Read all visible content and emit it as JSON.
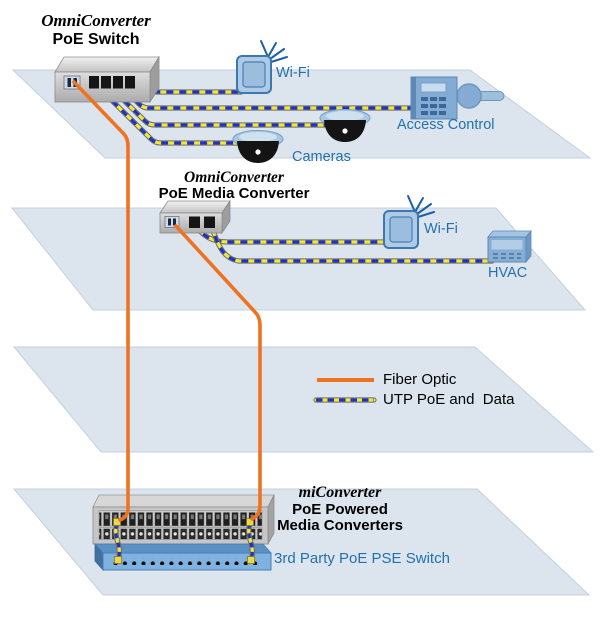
{
  "floors": {
    "floor1": {
      "device_brand": "OmniConverter",
      "device_name": "PoE Switch",
      "wifi_label": "Wi-Fi",
      "cameras_label": "Cameras",
      "access_control_label": "Access Control"
    },
    "floor2": {
      "device_brand": "OmniConverter",
      "device_name": "PoE Media Converter",
      "wifi_label": "Wi-Fi",
      "hvac_label": "HVAC"
    },
    "legend": {
      "fiber_label": "Fiber Optic",
      "utp_label": "UTP PoE and  Data"
    },
    "basement": {
      "device_brand": "miConverter",
      "device_name_line1": "PoE Powered",
      "device_name_line2": "Media Converters",
      "third_party_label": "3rd Party PoE PSE Switch"
    }
  },
  "icons": {
    "wifi": "wifi-ap-icon",
    "camera": "dome-camera-icon",
    "access_control": "access-control-keypad-icon",
    "door_handle": "door-handle-icon",
    "hvac": "hvac-controller-icon",
    "poe_switch": "poe-switch-icon",
    "media_converter": "poe-media-converter-icon",
    "chassis": "media-converter-chassis-icon",
    "pse_switch": "third-party-pse-switch-icon"
  },
  "colors": {
    "fiber_optic": "#ee7220",
    "utp_yellow": "#f2e63e",
    "utp_data_blue": "#2030c8",
    "utp_casing": "#6f6f5c",
    "floor_fill": "#dce5ee",
    "floor_edge": "#c3d0df",
    "label_blue": "#2371ad",
    "text_black": "#000000"
  }
}
